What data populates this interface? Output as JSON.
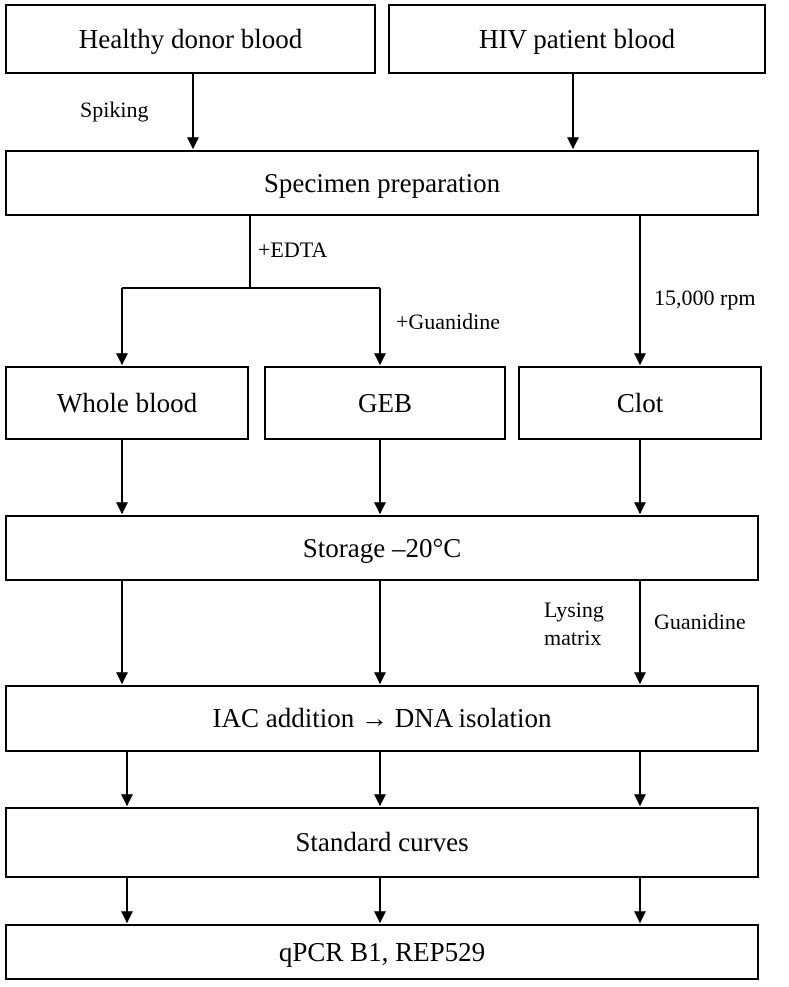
{
  "boxes": {
    "healthy_donor": "Healthy donor blood",
    "hiv_patient": "HIV patient blood",
    "specimen_prep": "Specimen preparation",
    "whole_blood": "Whole blood",
    "geb": "GEB",
    "clot": "Clot",
    "storage": "Storage –20°C",
    "iac": "IAC addition → DNA isolation",
    "standard_curves": "Standard curves",
    "qpcr": "qPCR B1, REP529"
  },
  "labels": {
    "spiking": "Spiking",
    "edta": "+EDTA",
    "guanidine_add": "+Guanidine",
    "rpm": "15,000 rpm",
    "lysing_matrix": "Lysing matrix",
    "guanidine": "Guanidine"
  }
}
